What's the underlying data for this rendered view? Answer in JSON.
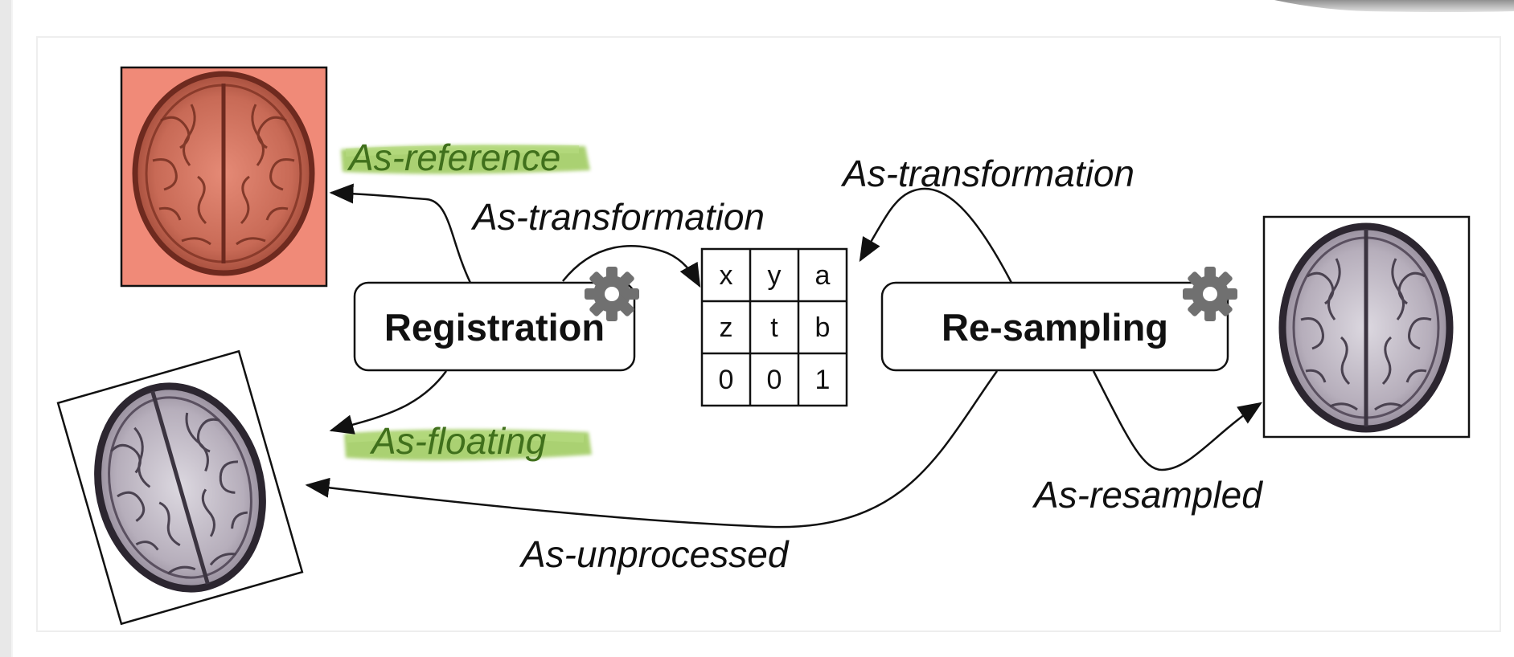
{
  "nodes": {
    "registration": {
      "label": "Registration"
    },
    "resampling": {
      "label": "Re-sampling"
    }
  },
  "edges": {
    "reference": "As-reference",
    "floating": "As-floating",
    "transformation_out": "As-transformation",
    "transformation_in": "As-transformation",
    "unprocessed": "As-unprocessed",
    "resampled": "As-resampled"
  },
  "matrix": [
    [
      "x",
      "y",
      "a"
    ],
    [
      "z",
      "t",
      "b"
    ],
    [
      "0",
      "0",
      "1"
    ]
  ],
  "icons": {
    "process_icon": "gear-icon",
    "image_icon": "brain-scan-icon"
  },
  "colors": {
    "reference_image_tint": "#f08a78",
    "highlight": "#9cc95a",
    "stroke": "#111111",
    "gear": "#707070",
    "image_bg": "#eef0f6"
  }
}
